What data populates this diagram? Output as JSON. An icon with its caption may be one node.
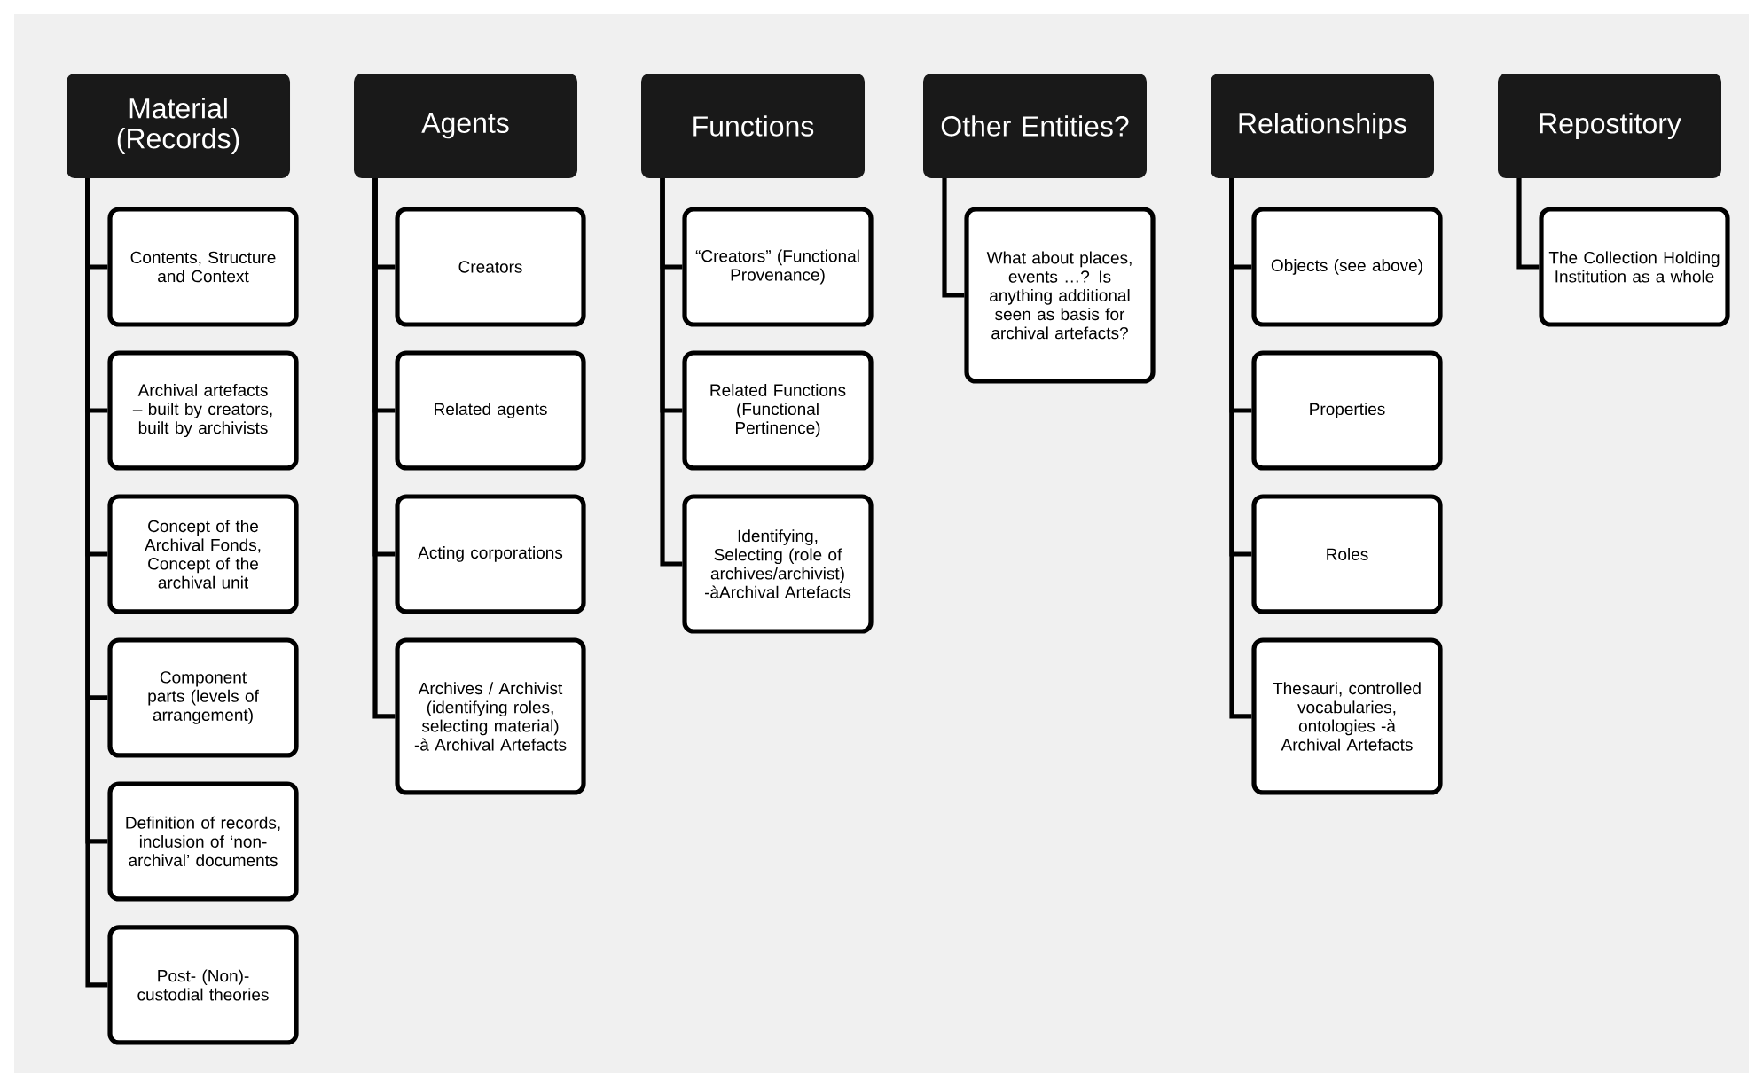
{
  "diagram": {
    "nodes": [
      {
        "text": [
          "Material (Records)"
        ]
      },
      {
        "text": [
          "Contents, Structure and Context"
        ]
      },
      {
        "text": [
          "Archival artefacts – built by creators, built by archivists"
        ]
      },
      {
        "text": [
          "Concept of the Archival Fonds, Concept of the archival unit"
        ]
      },
      {
        "text": [
          "Component parts (levels of arrangement)"
        ]
      },
      {
        "text": [
          "Definition of records, inclusion of ‘non-archival’ documents"
        ]
      },
      {
        "text": [
          "Post- (Non)-custodial theories"
        ]
      },
      {
        "text": [
          "Agents"
        ]
      },
      {
        "text": [
          "Creators"
        ]
      },
      {
        "text": [
          "Related agents"
        ]
      },
      {
        "text": [
          "Acting corporations"
        ]
      },
      {
        "text": [
          "Archives / Archivist (identifying roles, selecting material) -à Archival Artefacts"
        ]
      },
      {
        "text": [
          "Functions"
        ]
      },
      {
        "text": [
          "“Creators” (Functional Provenance)"
        ]
      },
      {
        "text": [
          "Related Functions (Functional Pertinence)"
        ]
      },
      {
        "text": [
          "Identifying, Selecting (role of archives/archivist) -àArchival Artefacts"
        ]
      },
      {
        "text": [
          "Other Entities?"
        ]
      },
      {
        "text": [
          "What about places, events …? Is anything additional seen as basis for archival artefacts?"
        ]
      },
      {
        "text": [
          "Relationships"
        ]
      },
      {
        "text": [
          "Objects (see above)"
        ]
      },
      {
        "text": [
          "Properties"
        ]
      },
      {
        "text": [
          "Roles"
        ]
      },
      {
        "text": [
          "Thesauri, controlled vocabularies, ontologies -à Archival Artefacts"
        ]
      },
      {
        "text": [
          "Repostitory"
        ]
      },
      {
        "text": [
          "The Collection Holding Institution as a whole"
        ]
      }
    ],
    "edges": [
      {
        "from": 0,
        "to": 1,
        "arrow": "none"
      },
      {
        "from": 0,
        "to": 2,
        "arrow": "none"
      },
      {
        "from": 0,
        "to": 3,
        "arrow": "none"
      },
      {
        "from": 0,
        "to": 4,
        "arrow": "none"
      },
      {
        "from": 0,
        "to": 5,
        "arrow": "none"
      },
      {
        "from": 0,
        "to": 6,
        "arrow": "none"
      },
      {
        "from": 7,
        "to": 8,
        "arrow": "none"
      },
      {
        "from": 7,
        "to": 9,
        "arrow": "none"
      },
      {
        "from": 7,
        "to": 10,
        "arrow": "none"
      },
      {
        "from": 7,
        "to": 11,
        "arrow": "none"
      },
      {
        "from": 12,
        "to": 13,
        "arrow": "none"
      },
      {
        "from": 12,
        "to": 14,
        "arrow": "none"
      },
      {
        "from": 12,
        "to": 15,
        "arrow": "none"
      },
      {
        "from": 16,
        "to": 17,
        "arrow": "none"
      },
      {
        "from": 18,
        "to": 19,
        "arrow": "none"
      },
      {
        "from": 18,
        "to": 20,
        "arrow": "none"
      },
      {
        "from": 18,
        "to": 21,
        "arrow": "none"
      },
      {
        "from": 18,
        "to": 22,
        "arrow": "none"
      },
      {
        "from": 23,
        "to": 24,
        "arrow": "none"
      }
    ]
  }
}
